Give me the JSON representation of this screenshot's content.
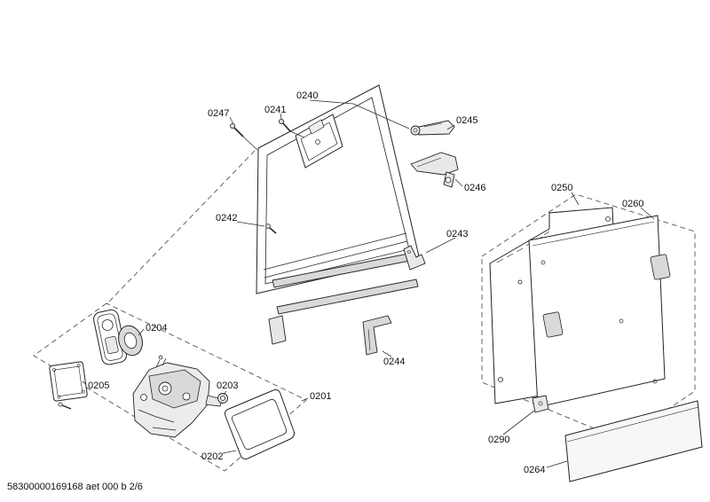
{
  "colors": {
    "background": "#ffffff",
    "line": "#1c1c1c",
    "dashed_line": "#555555",
    "shade": "#d9d9d9"
  },
  "parts": [
    {
      "id": "0240"
    },
    {
      "id": "0247"
    },
    {
      "id": "0241"
    },
    {
      "id": "0245"
    },
    {
      "id": "0246"
    },
    {
      "id": "0242"
    },
    {
      "id": "0243"
    },
    {
      "id": "0250"
    },
    {
      "id": "0260"
    },
    {
      "id": "0244"
    },
    {
      "id": "0204"
    },
    {
      "id": "0205"
    },
    {
      "id": "0203"
    },
    {
      "id": "0201"
    },
    {
      "id": "0202"
    },
    {
      "id": "0290"
    },
    {
      "id": "0264"
    }
  ],
  "footer": {
    "doc_code": "58300000169168 aet 000 b 2/6"
  }
}
